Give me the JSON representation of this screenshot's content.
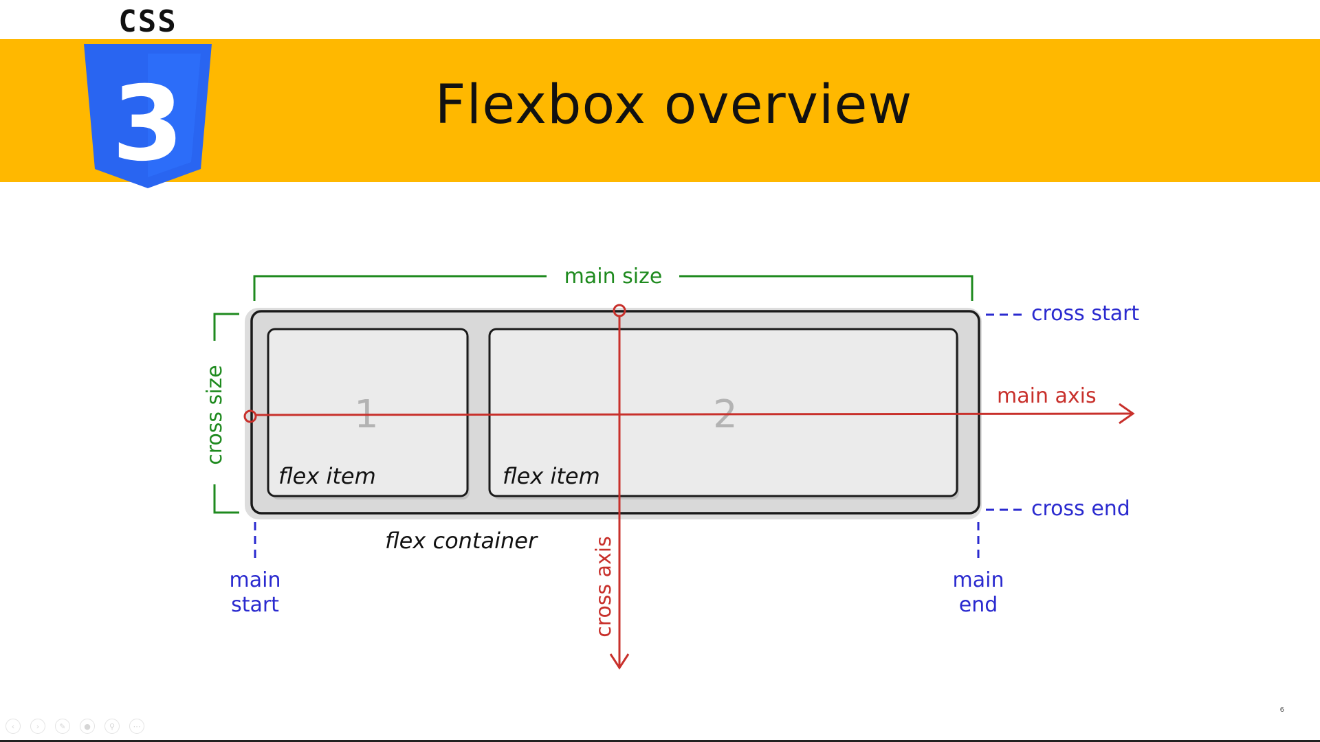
{
  "slide": {
    "logo_text": "CSS",
    "logo_numeral": "3",
    "title": "Flexbox overview"
  },
  "diagram": {
    "items": [
      {
        "number": "1",
        "label": "flex item"
      },
      {
        "number": "2",
        "label": "flex item"
      }
    ],
    "container_label": "flex container",
    "main_size_label": "main size",
    "cross_size_label": "cross size",
    "main_axis_label": "main axis",
    "cross_axis_label": "cross axis",
    "cross_start_label": "cross start",
    "cross_end_label": "cross end",
    "main_start_label": [
      "main",
      "start"
    ],
    "main_end_label": [
      "main",
      "end"
    ]
  },
  "colors": {
    "banner": "#FFB800",
    "shield": "#2965F1",
    "green": "#1E8A1E",
    "red": "#C8302B",
    "blue": "#2A2ACF"
  },
  "player": {
    "controls": [
      "prev-icon",
      "next-icon",
      "pen-icon",
      "pointer-icon",
      "zoom-icon",
      "more-icon"
    ],
    "page_marker": "6"
  }
}
